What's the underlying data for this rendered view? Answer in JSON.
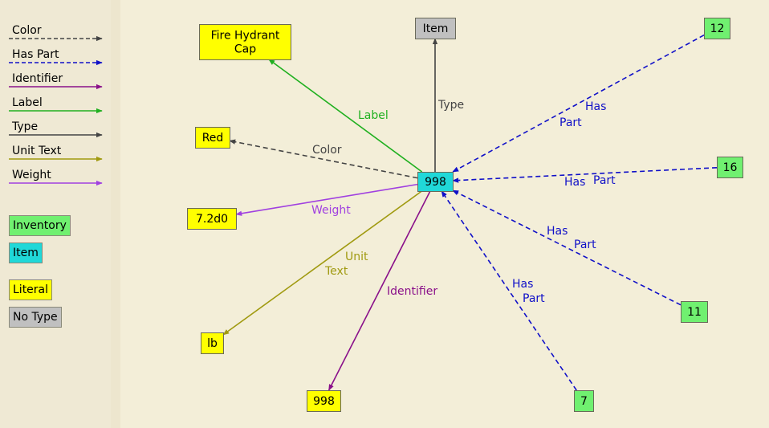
{
  "legend": {
    "edges": [
      {
        "label": "Color",
        "color": "#444444",
        "dashed": true
      },
      {
        "label": "Has Part",
        "color": "#1010c8",
        "dashed": true
      },
      {
        "label": "Identifier",
        "color": "#8a108a",
        "dashed": false
      },
      {
        "label": "Label",
        "color": "#20b020",
        "dashed": false
      },
      {
        "label": "Type",
        "color": "#444444",
        "dashed": false
      },
      {
        "label": "Unit Text",
        "color": "#a09a10",
        "dashed": false
      },
      {
        "label": "Weight",
        "color": "#a040e0",
        "dashed": false
      }
    ],
    "types": [
      {
        "label": "Inventory",
        "color": "#70f070"
      },
      {
        "label": "Item",
        "color": "#20d8d8"
      },
      {
        "label": "Literal",
        "color": "#ffff00"
      },
      {
        "label": "No Type",
        "color": "#c0c0c0"
      }
    ]
  },
  "graph": {
    "center": {
      "label": "998",
      "type": "Item"
    },
    "nodes": {
      "item": {
        "label": "Item",
        "type": "No Type"
      },
      "fhc": {
        "label": "Fire Hydrant\nCap",
        "type": "Literal"
      },
      "red": {
        "label": "Red",
        "type": "Literal"
      },
      "weight": {
        "label": "7.2d0",
        "type": "Literal"
      },
      "lb": {
        "label": "lb",
        "type": "Literal"
      },
      "id998": {
        "label": "998",
        "type": "Literal"
      },
      "n12": {
        "label": "12",
        "type": "Inventory"
      },
      "n16": {
        "label": "16",
        "type": "Inventory"
      },
      "n11": {
        "label": "11",
        "type": "Inventory"
      },
      "n7": {
        "label": "7",
        "type": "Inventory"
      }
    },
    "edges": [
      {
        "from": "center",
        "to": "item",
        "label": "Type",
        "kind": "Type"
      },
      {
        "from": "center",
        "to": "fhc",
        "label": "Label",
        "kind": "Label"
      },
      {
        "from": "center",
        "to": "red",
        "label": "Color",
        "kind": "Color"
      },
      {
        "from": "center",
        "to": "weight",
        "label": "Weight",
        "kind": "Weight"
      },
      {
        "from": "center",
        "to": "lb",
        "label": "Unit\nText",
        "kind": "Unit Text"
      },
      {
        "from": "center",
        "to": "id998",
        "label": "Identifier",
        "kind": "Identifier"
      },
      {
        "from": "n12",
        "to": "center",
        "label": "Has Part",
        "kind": "Has Part"
      },
      {
        "from": "n16",
        "to": "center",
        "label": "Has Part",
        "kind": "Has Part"
      },
      {
        "from": "n11",
        "to": "center",
        "label": "Has Part",
        "kind": "Has Part"
      },
      {
        "from": "n7",
        "to": "center",
        "label": "Has Part",
        "kind": "Has Part"
      }
    ]
  }
}
